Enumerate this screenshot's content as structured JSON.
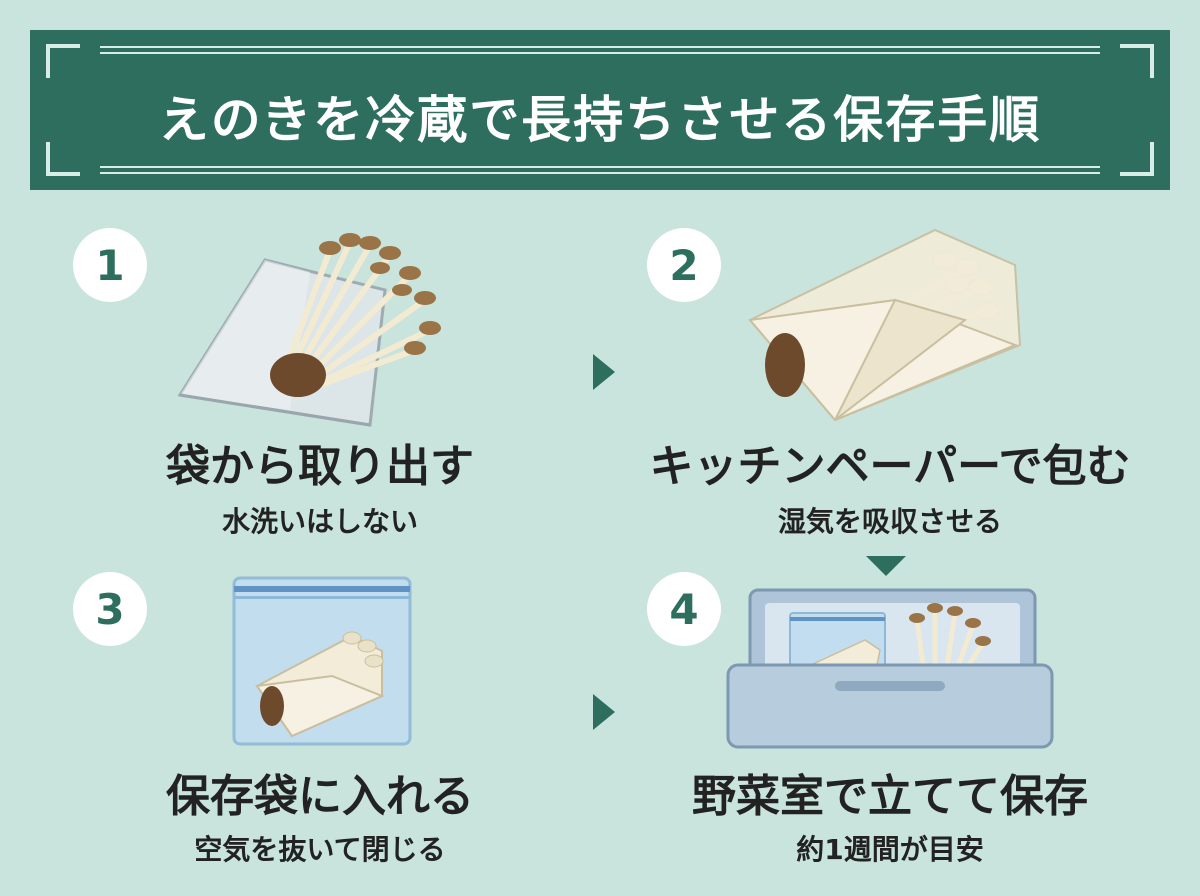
{
  "banner": {
    "title": "えのきを冷蔵で長持ちさせる保存手順"
  },
  "steps": [
    {
      "number": "1",
      "title": "袋から取り出す",
      "subtitle": "水洗いはしない"
    },
    {
      "number": "2",
      "title": "キッチンペーパーで包む",
      "subtitle": "湿気を吸収させる"
    },
    {
      "number": "3",
      "title": "保存袋に入れる",
      "subtitle": "空気を抜いて閉じる"
    },
    {
      "number": "4",
      "title": "野菜室で立てて保存",
      "subtitle": "約1週間が目安"
    }
  ],
  "colors": {
    "background": "#c8e4dc",
    "accent": "#2d6e5e",
    "text": "#222222"
  },
  "icons": [
    "enoki-bag-icon",
    "paper-wrap-icon",
    "zip-bag-icon",
    "vegetable-drawer-icon",
    "arrow-right-icon",
    "arrow-down-icon"
  ]
}
